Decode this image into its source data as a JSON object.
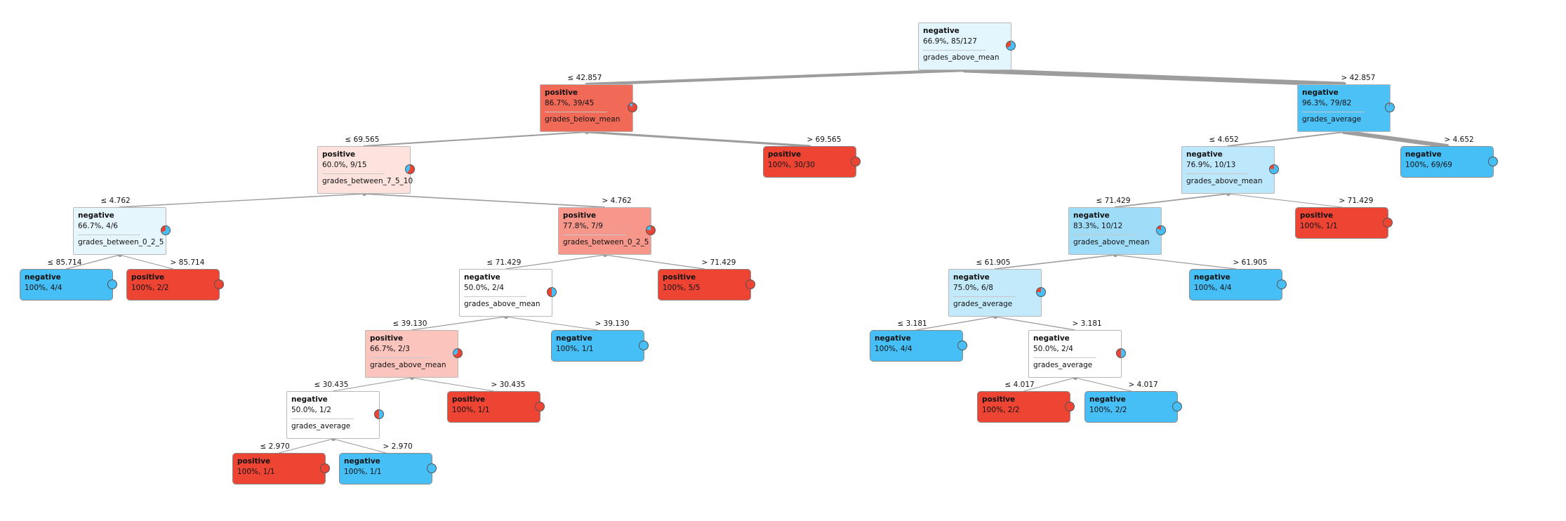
{
  "colors": {
    "positive": "#ee4433",
    "negative": "#45bff5",
    "edge": "#9d9d9d"
  },
  "nodes": [
    {
      "id": "n0",
      "cls": "negative",
      "stats": "66.9%, 85/127",
      "attr": "grades_above_mean",
      "share": 0.669,
      "fill": "#e3f5fd",
      "pie_fg": "#45bff5",
      "pie_bg": "#ee4433"
    },
    {
      "id": "n1",
      "cls": "positive",
      "stats": "86.7%, 39/45",
      "attr": "grades_below_mean",
      "share": 0.867,
      "fill": "#f16a58",
      "pie_fg": "#ee4433",
      "pie_bg": "#45bff5"
    },
    {
      "id": "n2",
      "cls": "negative",
      "stats": "96.3%, 79/82",
      "attr": "grades_average",
      "share": 0.963,
      "fill": "#4bc1f5",
      "pie_fg": "#45bff5",
      "pie_bg": "#ee4433"
    },
    {
      "id": "n3",
      "cls": "positive",
      "stats": "60.0%, 9/15",
      "attr": "grades_between_7_5_10",
      "share": 0.6,
      "fill": "#fde2de",
      "pie_fg": "#ee4433",
      "pie_bg": "#45bff5"
    },
    {
      "id": "n4",
      "cls": "positive",
      "stats": "100%, 30/30",
      "attr": "",
      "share": 1.0,
      "fill": "#ee4433",
      "pie_fg": "#ee4433",
      "pie_bg": "#45bff5"
    },
    {
      "id": "n5",
      "cls": "negative",
      "stats": "76.9%, 10/13",
      "attr": "grades_above_mean",
      "share": 0.769,
      "fill": "#bde8fb",
      "pie_fg": "#45bff5",
      "pie_bg": "#ee4433"
    },
    {
      "id": "n6",
      "cls": "negative",
      "stats": "100%, 69/69",
      "attr": "",
      "share": 1.0,
      "fill": "#45bff5",
      "pie_fg": "#45bff5",
      "pie_bg": "#ee4433"
    },
    {
      "id": "n7",
      "cls": "negative",
      "stats": "66.7%, 4/6",
      "attr": "grades_between_0_2_5",
      "share": 0.667,
      "fill": "#e6f6fd",
      "pie_fg": "#45bff5",
      "pie_bg": "#ee4433"
    },
    {
      "id": "n8",
      "cls": "positive",
      "stats": "77.8%, 7/9",
      "attr": "grades_between_0_2_5",
      "share": 0.778,
      "fill": "#f7978b",
      "pie_fg": "#ee4433",
      "pie_bg": "#45bff5"
    },
    {
      "id": "n9",
      "cls": "negative",
      "stats": "83.3%, 10/12",
      "attr": "grades_above_mean",
      "share": 0.833,
      "fill": "#9edcf8",
      "pie_fg": "#45bff5",
      "pie_bg": "#ee4433"
    },
    {
      "id": "n10",
      "cls": "positive",
      "stats": "100%, 1/1",
      "attr": "",
      "share": 1.0,
      "fill": "#ee4433",
      "pie_fg": "#ee4433",
      "pie_bg": "#45bff5"
    },
    {
      "id": "n11",
      "cls": "negative",
      "stats": "100%, 4/4",
      "attr": "",
      "share": 1.0,
      "fill": "#45bff5",
      "pie_fg": "#45bff5",
      "pie_bg": "#ee4433"
    },
    {
      "id": "n12",
      "cls": "positive",
      "stats": "100%, 2/2",
      "attr": "",
      "share": 1.0,
      "fill": "#ee4433",
      "pie_fg": "#ee4433",
      "pie_bg": "#45bff5"
    },
    {
      "id": "n13",
      "cls": "negative",
      "stats": "50.0%, 2/4",
      "attr": "grades_above_mean",
      "share": 0.5,
      "fill": "#ffffff",
      "pie_fg": "#45bff5",
      "pie_bg": "#ee4433"
    },
    {
      "id": "n14",
      "cls": "positive",
      "stats": "100%, 5/5",
      "attr": "",
      "share": 1.0,
      "fill": "#ee4433",
      "pie_fg": "#ee4433",
      "pie_bg": "#45bff5"
    },
    {
      "id": "n15",
      "cls": "negative",
      "stats": "75.0%, 6/8",
      "attr": "grades_average",
      "share": 0.75,
      "fill": "#c3eafb",
      "pie_fg": "#45bff5",
      "pie_bg": "#ee4433"
    },
    {
      "id": "n16",
      "cls": "negative",
      "stats": "100%, 4/4",
      "attr": "",
      "share": 1.0,
      "fill": "#45bff5",
      "pie_fg": "#45bff5",
      "pie_bg": "#ee4433"
    },
    {
      "id": "n17",
      "cls": "positive",
      "stats": "66.7%, 2/3",
      "attr": "grades_above_mean",
      "share": 0.667,
      "fill": "#fbc4bd",
      "pie_fg": "#ee4433",
      "pie_bg": "#45bff5"
    },
    {
      "id": "n18",
      "cls": "negative",
      "stats": "100%, 1/1",
      "attr": "",
      "share": 1.0,
      "fill": "#45bff5",
      "pie_fg": "#45bff5",
      "pie_bg": "#ee4433"
    },
    {
      "id": "n19",
      "cls": "negative",
      "stats": "100%, 4/4",
      "attr": "",
      "share": 1.0,
      "fill": "#45bff5",
      "pie_fg": "#45bff5",
      "pie_bg": "#ee4433"
    },
    {
      "id": "n20",
      "cls": "negative",
      "stats": "50.0%, 2/4",
      "attr": "grades_average",
      "share": 0.5,
      "fill": "#ffffff",
      "pie_fg": "#45bff5",
      "pie_bg": "#ee4433"
    },
    {
      "id": "n21",
      "cls": "negative",
      "stats": "50.0%, 1/2",
      "attr": "grades_average",
      "share": 0.5,
      "fill": "#ffffff",
      "pie_fg": "#45bff5",
      "pie_bg": "#ee4433"
    },
    {
      "id": "n22",
      "cls": "positive",
      "stats": "100%, 1/1",
      "attr": "",
      "share": 1.0,
      "fill": "#ee4433",
      "pie_fg": "#ee4433",
      "pie_bg": "#45bff5"
    },
    {
      "id": "n23",
      "cls": "positive",
      "stats": "100%, 2/2",
      "attr": "",
      "share": 1.0,
      "fill": "#ee4433",
      "pie_fg": "#ee4433",
      "pie_bg": "#45bff5"
    },
    {
      "id": "n24",
      "cls": "negative",
      "stats": "100%, 2/2",
      "attr": "",
      "share": 1.0,
      "fill": "#45bff5",
      "pie_fg": "#45bff5",
      "pie_bg": "#ee4433"
    },
    {
      "id": "n25",
      "cls": "positive",
      "stats": "100%, 1/1",
      "attr": "",
      "share": 1.0,
      "fill": "#ee4433",
      "pie_fg": "#ee4433",
      "pie_bg": "#45bff5"
    },
    {
      "id": "n26",
      "cls": "negative",
      "stats": "100%, 1/1",
      "attr": "",
      "share": 1.0,
      "fill": "#45bff5",
      "pie_fg": "#45bff5",
      "pie_bg": "#ee4433"
    }
  ],
  "edges": [
    {
      "from": "n0",
      "to": "n1",
      "label": "≤ 42.857",
      "n": 45
    },
    {
      "from": "n0",
      "to": "n2",
      "label": "> 42.857",
      "n": 82
    },
    {
      "from": "n1",
      "to": "n3",
      "label": "≤ 69.565",
      "n": 15
    },
    {
      "from": "n1",
      "to": "n4",
      "label": "> 69.565",
      "n": 30
    },
    {
      "from": "n2",
      "to": "n5",
      "label": "≤ 4.652",
      "n": 13
    },
    {
      "from": "n2",
      "to": "n6",
      "label": "> 4.652",
      "n": 69
    },
    {
      "from": "n3",
      "to": "n7",
      "label": "≤ 4.762",
      "n": 6
    },
    {
      "from": "n3",
      "to": "n8",
      "label": "> 4.762",
      "n": 9
    },
    {
      "from": "n5",
      "to": "n9",
      "label": "≤ 71.429",
      "n": 12
    },
    {
      "from": "n5",
      "to": "n10",
      "label": "> 71.429",
      "n": 1
    },
    {
      "from": "n7",
      "to": "n11",
      "label": "≤ 85.714",
      "n": 4
    },
    {
      "from": "n7",
      "to": "n12",
      "label": "> 85.714",
      "n": 2
    },
    {
      "from": "n8",
      "to": "n13",
      "label": "≤ 71.429",
      "n": 4
    },
    {
      "from": "n8",
      "to": "n14",
      "label": "> 71.429",
      "n": 5
    },
    {
      "from": "n9",
      "to": "n15",
      "label": "≤ 61.905",
      "n": 8
    },
    {
      "from": "n9",
      "to": "n16",
      "label": "> 61.905",
      "n": 4
    },
    {
      "from": "n13",
      "to": "n17",
      "label": "≤ 39.130",
      "n": 3
    },
    {
      "from": "n13",
      "to": "n18",
      "label": "> 39.130",
      "n": 1
    },
    {
      "from": "n15",
      "to": "n19",
      "label": "≤ 3.181",
      "n": 4
    },
    {
      "from": "n15",
      "to": "n20",
      "label": "> 3.181",
      "n": 4
    },
    {
      "from": "n17",
      "to": "n21",
      "label": "≤ 30.435",
      "n": 2
    },
    {
      "from": "n17",
      "to": "n22",
      "label": "> 30.435",
      "n": 1
    },
    {
      "from": "n20",
      "to": "n23",
      "label": "≤ 4.017",
      "n": 2
    },
    {
      "from": "n20",
      "to": "n24",
      "label": "> 4.017",
      "n": 2
    },
    {
      "from": "n21",
      "to": "n25",
      "label": "≤ 2.970",
      "n": 1
    },
    {
      "from": "n21",
      "to": "n26",
      "label": "> 2.970",
      "n": 1
    }
  ]
}
